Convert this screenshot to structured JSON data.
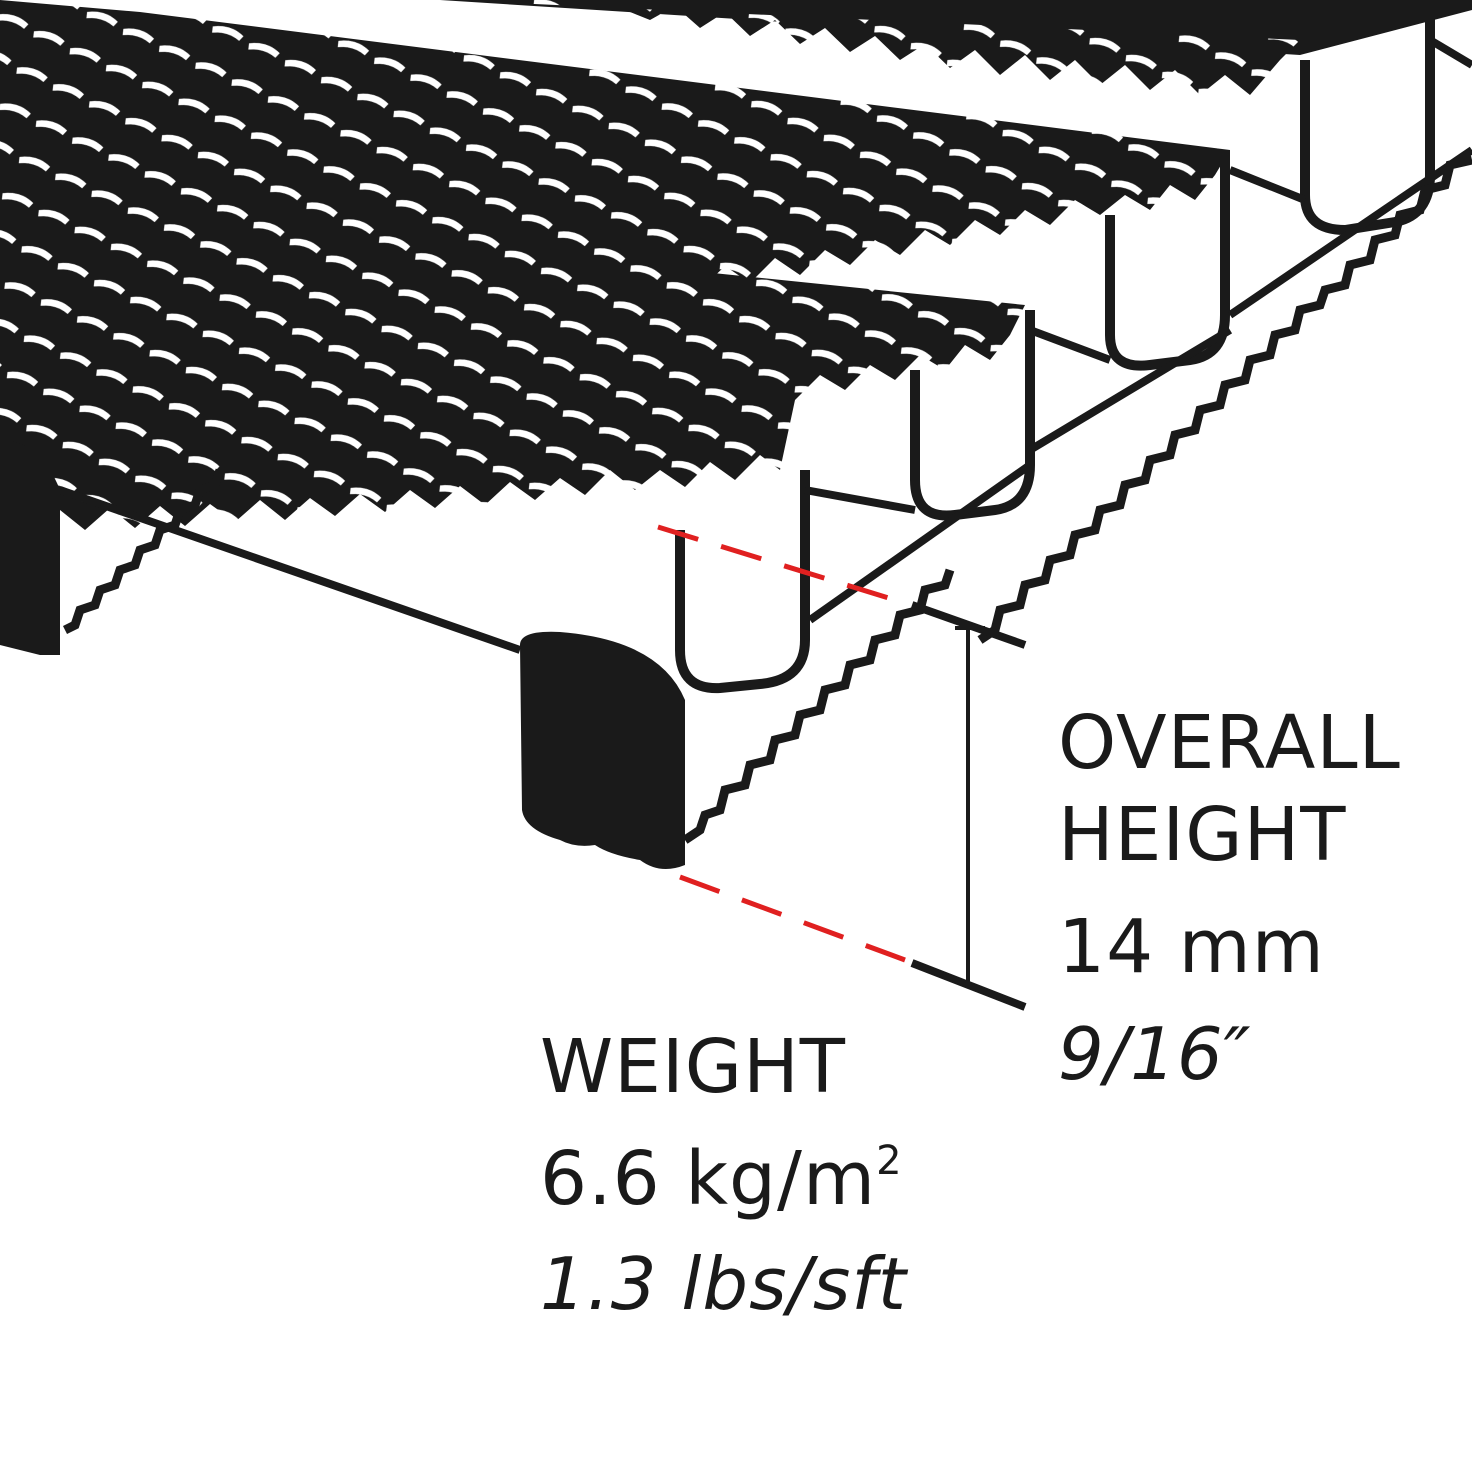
{
  "diagram": {
    "subject": "entrance mat profile isometric illustration",
    "colors": {
      "ink": "#1a1a1a",
      "dimension_line": "#e02020",
      "background": "#ffffff"
    }
  },
  "overall_height": {
    "title_line1": "OVERALL",
    "title_line2": "HEIGHT",
    "metric": "14 mm",
    "imperial": "9/16″"
  },
  "weight": {
    "title": "WEIGHT",
    "metric_value": "6.6 kg/m",
    "metric_superscript": "2",
    "imperial": "1.3 lbs/sft"
  }
}
